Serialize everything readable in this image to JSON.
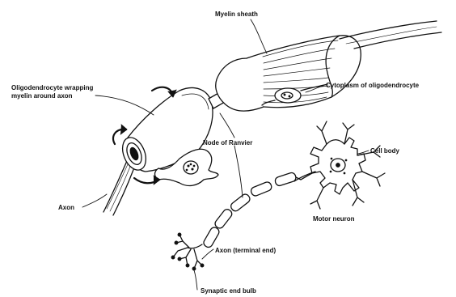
{
  "labels": {
    "myelin_sheath": "Myelin sheath",
    "oligodendrocyte_wrapping": "Oligodendrocyte wrapping myelin around axon",
    "cytoplasm_of_oligodendrocyte": "Cytoplasm of oligodendrocyte",
    "node_of_ranvier": "Node of Ranvier",
    "cell_body": "Cell body",
    "axon": "Axon",
    "motor_neuron": "Motor neuron",
    "axon_terminal_end": "Axon (terminal end)",
    "synaptic_end_bulb": "Synaptic end bulb"
  },
  "colors": {
    "ink": "#111111",
    "fill": "#ffffff",
    "shade": "#d9d9d9"
  }
}
